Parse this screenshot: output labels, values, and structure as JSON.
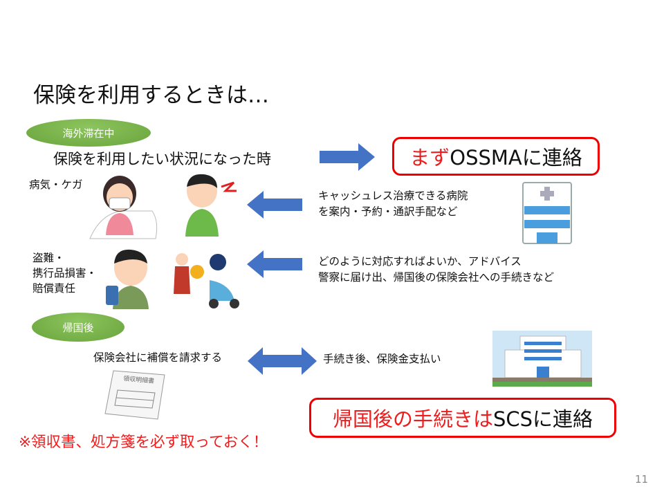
{
  "slide": {
    "title": "保険を利用するときは…",
    "page_number": "11"
  },
  "abroad": {
    "badge": "海外滞在中",
    "situation": "保険を利用したい状況になった時",
    "contact_red": "まず",
    "contact_black": "OSSMAに連絡",
    "illness_label": "病気・ケガ",
    "illness_support_line1": "キャッシュレス治療できる病院",
    "illness_support_line2": "を案内・予約・通訳手配など",
    "theft_label_line1": "盗難・",
    "theft_label_line2": "携行品損害・",
    "theft_label_line3": "賠償責任",
    "theft_support_line1": "どのように対応すればよいか、アドバイス",
    "theft_support_line2": "警察に届け出、帰国後の保険会社への手続きなど"
  },
  "after_return": {
    "badge": "帰国後",
    "claim": "保険会社に補償を請求する",
    "payment": "手続き後、保険金支払い",
    "receipt_image_text": "領収明細書",
    "contact_red": "帰国後の手続きは",
    "contact_black": "SCSに連絡",
    "note": "※領収書、処方箋を必ず取っておく！"
  },
  "colors": {
    "accent_red": "#ee1c1c",
    "arrow_blue": "#4472c4",
    "badge_green": "#70ad47"
  }
}
